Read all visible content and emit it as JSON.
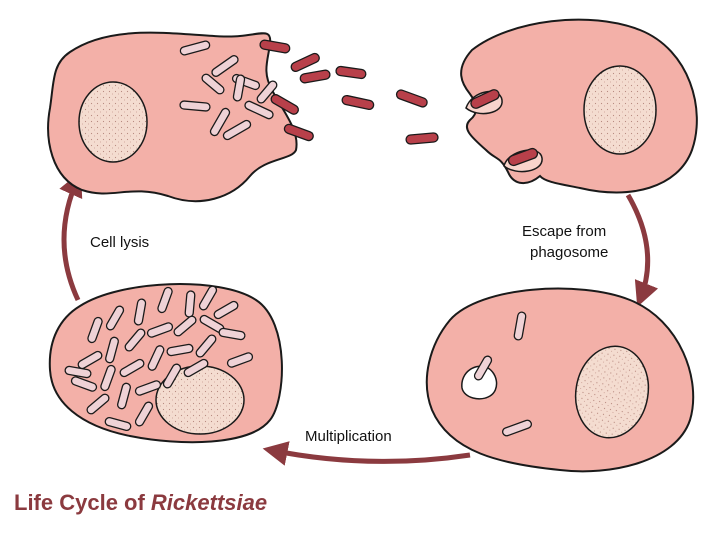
{
  "diagram": {
    "steps": {
      "cell_lysis": "Cell lysis",
      "escape_line1": "Escape from",
      "escape_line2": "phagosome",
      "multiplication": "Multiplication"
    },
    "title": {
      "prefix": "Life Cycle of ",
      "organism": "Rickettsiae"
    }
  },
  "colors": {
    "cell_fill": "#f3b0a8",
    "cell_outline": "#1a1a1a",
    "nucleus_fill": "#f4dcd0",
    "bacterium_dark": "#b8404a",
    "bacterium_light": "#efd2d6",
    "arrow": "#8b3a3f",
    "title": "#8b3a3f"
  },
  "icons": {
    "cycle_arrow": "curved-arrow-icon",
    "bacterium": "rod-bacterium-icon"
  }
}
